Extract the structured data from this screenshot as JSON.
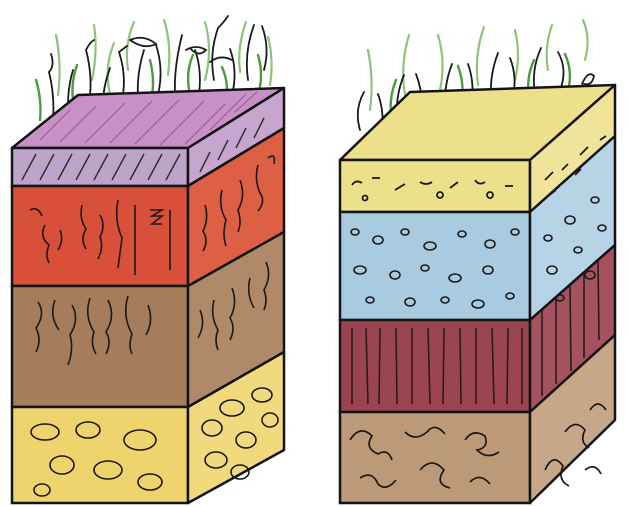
{
  "colors": {
    "background": "#ffffff",
    "outline": "#141414",
    "grass": "#4e9a3e",
    "grass_light": "#8fc27a",
    "left_top_face": "#c890c6",
    "left_layer_1": "#bda4c8",
    "left_layer_2": "#d8503a",
    "left_layer_3": "#a77c5a",
    "left_layer_4": "#efd36c",
    "right_top_face": "#ece08a",
    "right_layer_1": "#ede08a",
    "right_layer_2": "#a9cbe0",
    "right_layer_3": "#9a4452",
    "right_layer_4": "#bc9a78"
  },
  "illustration": {
    "left_block": {
      "layers": [
        {
          "texture": "diagonal-hatch"
        },
        {
          "texture": "vertical-roots"
        },
        {
          "texture": "vertical-roots"
        },
        {
          "texture": "rounded-stones"
        }
      ]
    },
    "right_block": {
      "layers": [
        {
          "texture": "dots-and-dashes"
        },
        {
          "texture": "pebbles"
        },
        {
          "texture": "vertical-stripes"
        },
        {
          "texture": "squiggles"
        }
      ]
    }
  }
}
